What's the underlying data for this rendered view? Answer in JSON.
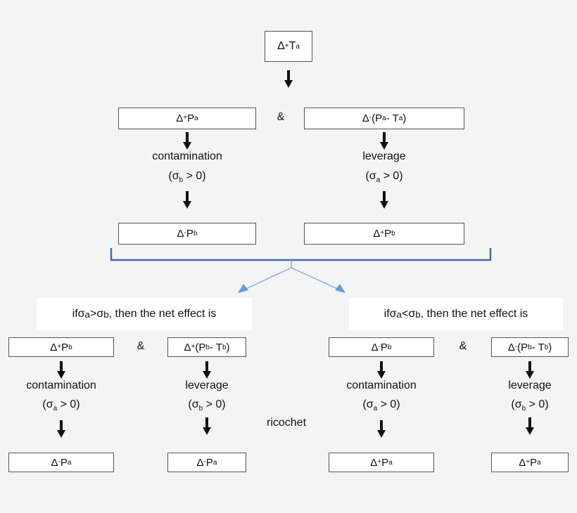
{
  "delta": "Δ",
  "sigma": "σ",
  "top_box": {
    "sym": "Δ",
    "sup": "+",
    "var": "T",
    "sub": "a"
  },
  "row1": {
    "left_box": {
      "sup": "+",
      "var": "P",
      "sub": "a"
    },
    "amp": "&",
    "right_box": {
      "sup": "-",
      "pre": "(P",
      "sub1": "a",
      "mid": "- T",
      "sub2": "a",
      "post": ")"
    },
    "left_label": "contamination",
    "left_cond": {
      "open": "(",
      "sub": "b",
      "rest": " > 0)"
    },
    "right_label": "leverage",
    "right_cond": {
      "open": "(",
      "sub": "a",
      "rest": " > 0)"
    }
  },
  "row2": {
    "left_box": {
      "sup": "-",
      "var": "P",
      "sub": "b"
    },
    "right_box": {
      "sup": "+",
      "var": "P",
      "sub": "b"
    }
  },
  "condition_left": {
    "pre": "if ",
    "s1sub": "a",
    "op": " > ",
    "s2sub": "b",
    "post": ", then the net effect is"
  },
  "condition_right": {
    "pre": "if ",
    "s1sub": "a",
    "op": " < ",
    "s2sub": "b",
    "post": ", then the net effect is"
  },
  "bottom": {
    "ricochet": "ricochet",
    "amp": "&",
    "col1": {
      "top": {
        "sup": "+",
        "var": "P",
        "sub": "b"
      },
      "label": "contamination",
      "cond_sub": "a",
      "cond_rest": " > 0)",
      "bottom": {
        "sup": "-",
        "var": "P",
        "sub": "a"
      }
    },
    "col2": {
      "top": {
        "sup": "+",
        "pre": "(P",
        "sub1": "b",
        "mid": "- T",
        "sub2": "b",
        "post": ")"
      },
      "label": "leverage",
      "cond_sub": "b",
      "cond_rest": " > 0)",
      "bottom": {
        "sup": "-",
        "var": "P",
        "sub": "a"
      }
    },
    "col3": {
      "top": {
        "sup": "-",
        "var": "P",
        "sub": "b"
      },
      "label": "contamination",
      "cond_sub": "a",
      "cond_rest": " > 0)",
      "bottom": {
        "sup": "+",
        "var": "P",
        "sub": "a"
      }
    },
    "col4": {
      "top": {
        "sup": "-",
        "pre": "(P",
        "sub1": "b",
        "mid": "- T",
        "sub2": "b",
        "post": ")"
      },
      "label": "leverage",
      "cond_sub": "b",
      "cond_rest": " > 0)",
      "bottom": {
        "sup": "+",
        "var": "P",
        "sub": "a"
      }
    }
  },
  "colors": {
    "bracket": "#3f6fa6",
    "split_line": "#86aee0",
    "arrowhead": "#6b9bd6",
    "arrow": "#111111",
    "box_border": "#555555"
  }
}
